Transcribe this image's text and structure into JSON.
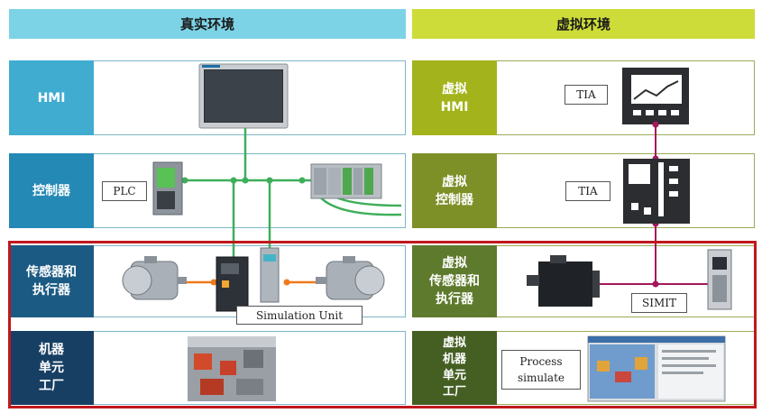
{
  "headers": {
    "real": "真实环境",
    "virtual": "虚拟环境"
  },
  "real_rows": [
    {
      "label": "HMI"
    },
    {
      "label": "控制器",
      "tag": "PLC"
    },
    {
      "label": "传感器和\n执行器",
      "tag": "Simulation Unit"
    },
    {
      "label": "机器\n单元\n工厂"
    }
  ],
  "virtual_rows": [
    {
      "label": "虚拟\nHMI",
      "tag": "TIA"
    },
    {
      "label": "虚拟\n控制器",
      "tag": "TIA"
    },
    {
      "label": "虚拟\n传感器和\n执行器",
      "tag": "SIMIT"
    },
    {
      "label": "虚拟\n机器\n单元\n工厂",
      "tag": "Process\nsimulate"
    }
  ],
  "colors": {
    "real_header": "#7dd3e6",
    "virtual_header": "#cddc38",
    "real_label_light": "#40acd0",
    "real_label_mid": "#2489b5",
    "real_label_dark": "#1b5a83",
    "real_label_darkest": "#163f63",
    "virtual_label_light": "#a3b31b",
    "virtual_label_mid": "#7d8f27",
    "virtual_label_dark": "#5e7a2c",
    "virtual_label_darkest": "#455f23",
    "highlight_border": "#c0181d",
    "network_line": "#3fae5a",
    "virtual_link": "#a3195b",
    "motor_link": "#f07a1a"
  },
  "icons": [
    "hmi-touch-panel",
    "plc-cpu",
    "io-module-rack",
    "electric-motor",
    "frequency-drive",
    "simulation-module",
    "factory-photo",
    "virtual-hmi-icon",
    "virtual-controller-icon",
    "servo-motor",
    "simit-drive",
    "process-simulate-screenshot"
  ]
}
